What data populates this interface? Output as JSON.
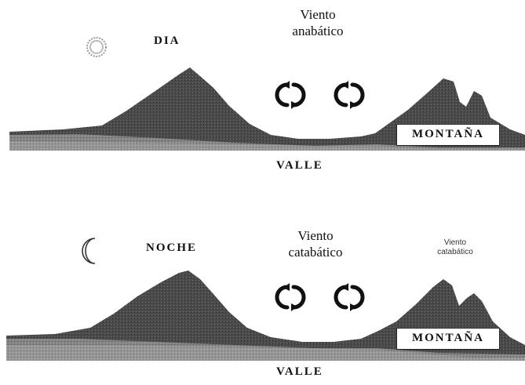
{
  "day_panel": {
    "period_label": "DIA",
    "wind_label_line1": "Viento",
    "wind_label_line2": "anabático",
    "mountain_label": "MONTAÑA",
    "valley_label": "VALLE",
    "period_icon": "sun-icon",
    "circulation_icons": [
      "circular-arrows-icon",
      "circular-arrows-icon"
    ]
  },
  "night_panel": {
    "period_label": "NOCHE",
    "wind_label_line1": "Viento",
    "wind_label_line2": "catabático",
    "slope_wind_label_line1": "Viento",
    "slope_wind_label_line2": "catabático",
    "mountain_label": "MONTAÑA",
    "valley_label": "VALLE",
    "period_icon": "crescent-moon-icon",
    "circulation_icons": [
      "circular-arrows-icon",
      "circular-arrows-icon"
    ]
  },
  "colors": {
    "terrain": "#4a4a4a",
    "terrain_light": "#8a8a8a",
    "ink": "#111111"
  }
}
